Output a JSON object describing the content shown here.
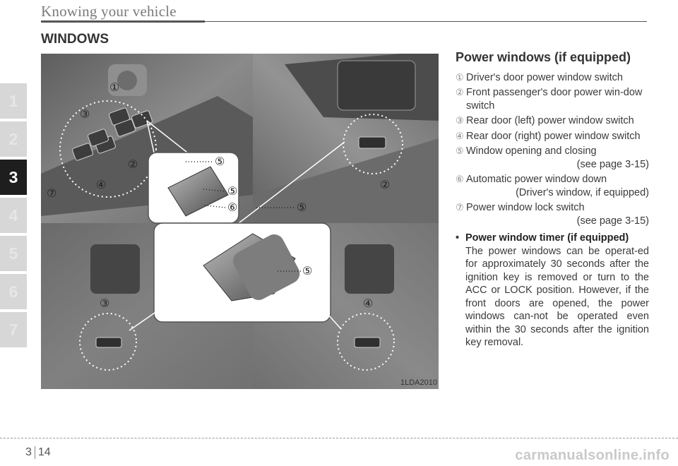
{
  "header": {
    "title": "Knowing your vehicle"
  },
  "section_title": "WINDOWS",
  "chapter_tabs": [
    "1",
    "2",
    "3",
    "4",
    "5",
    "6",
    "7"
  ],
  "active_tab": "3",
  "figure": {
    "code": "1LDA2010",
    "callouts": [
      "①",
      "②",
      "③",
      "④",
      "⑤",
      "⑥",
      "⑦"
    ]
  },
  "right": {
    "heading": "Power windows (if equipped)",
    "items": [
      {
        "num": "①",
        "text": "Driver's door power window switch",
        "ref": ""
      },
      {
        "num": "②",
        "text": "Front passenger's door power win-dow switch",
        "ref": ""
      },
      {
        "num": "③",
        "text": "Rear door (left) power window switch",
        "ref": ""
      },
      {
        "num": "④",
        "text": "Rear door (right) power window switch",
        "ref": ""
      },
      {
        "num": "⑤",
        "text": "Window opening and closing",
        "ref": "(see page 3-15)"
      },
      {
        "num": "⑥",
        "text": "Automatic power window down",
        "ref": "(Driver's window, if equipped)"
      },
      {
        "num": "⑦",
        "text": "Power window lock switch",
        "ref": "(see page 3-15)"
      }
    ],
    "timer_bullet": "•",
    "timer_title": "Power window timer (if equipped)",
    "timer_text": "The power windows can be operat-ed for approximately 30 seconds after the ignition key is removed or turn to the ACC or LOCK position. However, if the front doors are opened, the power windows can-not be operated even within the 30 seconds after the ignition key removal."
  },
  "footer": {
    "chapter": "3",
    "page": "14"
  },
  "watermark": "carmanualsonline.info"
}
